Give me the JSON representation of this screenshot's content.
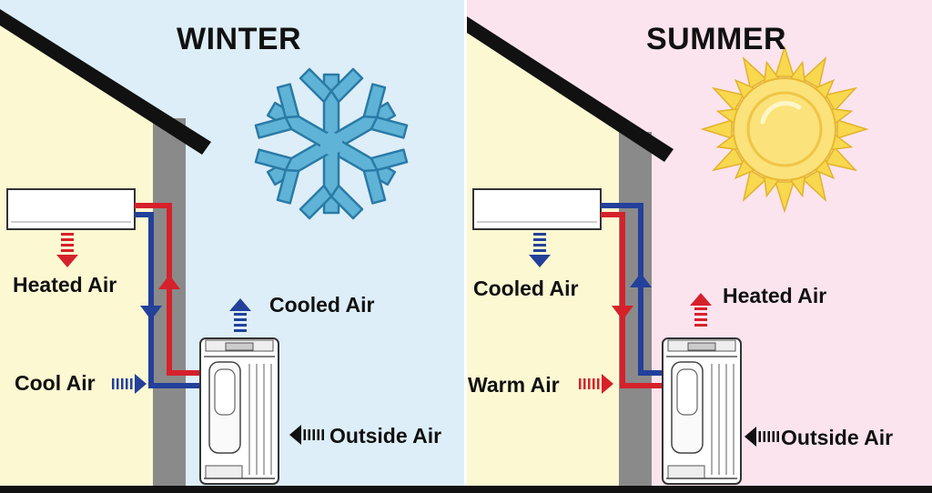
{
  "panels": {
    "winter": {
      "title": "WINTER",
      "indoor_label": "Heated Air",
      "outdoor_top_label": "Cooled Air",
      "intake_label": "Cool Air",
      "outside_label": "Outside Air",
      "weather_icon": "snowflake-icon"
    },
    "summer": {
      "title": "SUMMER",
      "indoor_label": "Cooled Air",
      "outdoor_top_label": "Heated Air",
      "intake_label": "Warm Air",
      "outside_label": "Outside Air",
      "weather_icon": "sun-icon"
    }
  },
  "colors": {
    "winter_sky": "#ddeef8",
    "summer_sky": "#fbe4ee",
    "house_wall": "#fbf8d2",
    "wall": "#8a8a8a",
    "heat_line": "#d6212b",
    "cool_line": "#23409a",
    "snowflake": "#5fb3d6",
    "sun": "#f7d84e"
  }
}
